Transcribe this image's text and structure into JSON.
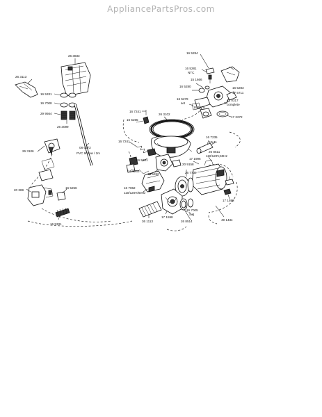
{
  "header": {
    "site": "AppliancePartsPros.com"
  },
  "labels": [
    {
      "id": "l26_3833",
      "text": "26 3833"
    },
    {
      "id": "l26_3113",
      "text": "26 3113"
    },
    {
      "id": "l16_5331a",
      "text": "16 5331"
    },
    {
      "id": "l16_7008",
      "text": "16 7008"
    },
    {
      "id": "l29_9564",
      "text": "29 9564"
    },
    {
      "id": "l26_3099",
      "text": "26 3099"
    },
    {
      "id": "l26_3106",
      "text": "26 3106"
    },
    {
      "id": "l20_389",
      "text": "20 389"
    },
    {
      "id": "l16_5256",
      "text": "16 5256"
    },
    {
      "id": "l16_5331b",
      "text": "16 5331"
    },
    {
      "id": "l08_6373",
      "text": "08 6373"
    },
    {
      "id": "lpvc",
      "text": "PVC 9mmø / 2m"
    },
    {
      "id": "l16_5284",
      "text": "16 5284"
    },
    {
      "id": "l16_5281",
      "text": "16 5281"
    },
    {
      "id": "lntc",
      "text": "NTC"
    },
    {
      "id": "l15_1666",
      "text": "15 1666"
    },
    {
      "id": "l16_5280",
      "text": "16 5280"
    },
    {
      "id": "l16_5283",
      "text": "16 5283"
    },
    {
      "id": "l17_5711",
      "text": "17 5711"
    },
    {
      "id": "l16_5279",
      "text": "16 5279"
    },
    {
      "id": "lset1",
      "text": "set"
    },
    {
      "id": "l16_5278",
      "text": "16 5278"
    },
    {
      "id": "l48_0317",
      "text": "48 0317"
    },
    {
      "id": "lcomplete",
      "text": "complete"
    },
    {
      "id": "l17_2272",
      "text": "17 2272"
    },
    {
      "id": "l16_7241a",
      "text": "16 7241"
    },
    {
      "id": "l26_3102",
      "text": "26 3102"
    },
    {
      "id": "l16_5265",
      "text": "16 5265"
    },
    {
      "id": "l16_7241b",
      "text": "16 7241"
    },
    {
      "id": "l16_7235",
      "text": "16 7235"
    },
    {
      "id": "l10uf",
      "text": "10µF"
    },
    {
      "id": "l17_1996",
      "text": "17 1996"
    },
    {
      "id": "l26_8511",
      "text": "26 8511"
    },
    {
      "id": "l110_120v60",
      "text": "110/120V,60Hz"
    },
    {
      "id": "l20_9158",
      "text": "20 9158"
    },
    {
      "id": "l16_5331c",
      "text": "16 5331"
    },
    {
      "id": "l16_5263",
      "text": "16 5263"
    },
    {
      "id": "l16_5262",
      "text": "16 5262"
    },
    {
      "id": "l26_7739",
      "text": "26 7739"
    },
    {
      "id": "l16_7062",
      "text": "16 7062"
    },
    {
      "id": "l110_120v60b",
      "text": "110/120V/60Hz"
    },
    {
      "id": "l17_1598a",
      "text": "17 1598"
    },
    {
      "id": "l16_7005",
      "text": "16 7005"
    },
    {
      "id": "lset2",
      "text": "Set"
    },
    {
      "id": "l49_1434",
      "text": "49 1434"
    },
    {
      "id": "l17_1598b",
      "text": "17 1598"
    },
    {
      "id": "l26_8514",
      "text": "26 8514"
    },
    {
      "id": "l36_1113",
      "text": "36 1113"
    }
  ]
}
